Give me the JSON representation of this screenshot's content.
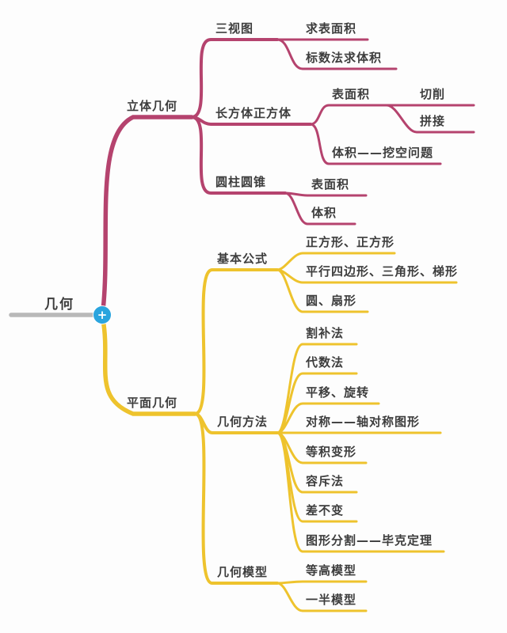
{
  "root": {
    "label": "几何",
    "expand_icon": "+"
  },
  "colors": {
    "solid_branch": "#b5436e",
    "plane_branch": "#eec32d",
    "root_line": "#b9b9b9",
    "node_dot": "#2aa4de",
    "text": "#3d3d3d",
    "background": "#fdfdfd"
  },
  "branches": [
    {
      "label": "立体几何",
      "children": [
        {
          "label": "三视图",
          "children": [
            {
              "label": "求表面积"
            },
            {
              "label": "标数法求体积"
            }
          ]
        },
        {
          "label": "长方体正方体",
          "children": [
            {
              "label": "表面积",
              "children": [
                {
                  "label": "切削"
                },
                {
                  "label": "拼接"
                }
              ]
            },
            {
              "label": "体积——挖空问题"
            }
          ]
        },
        {
          "label": "圆柱圆锥",
          "children": [
            {
              "label": "表面积"
            },
            {
              "label": "体积"
            }
          ]
        }
      ]
    },
    {
      "label": "平面几何",
      "children": [
        {
          "label": "基本公式",
          "children": [
            {
              "label": "正方形、正方形"
            },
            {
              "label": "平行四边形、三角形、梯形"
            },
            {
              "label": "圆、扇形"
            }
          ]
        },
        {
          "label": "几何方法",
          "children": [
            {
              "label": "割补法"
            },
            {
              "label": "代数法"
            },
            {
              "label": "平移、旋转"
            },
            {
              "label": "对称——轴对称图形"
            },
            {
              "label": "等积变形"
            },
            {
              "label": "容斥法"
            },
            {
              "label": "差不变"
            },
            {
              "label": "图形分割——毕克定理"
            }
          ]
        },
        {
          "label": "几何模型",
          "children": [
            {
              "label": "等高模型"
            },
            {
              "label": "一半模型"
            }
          ]
        }
      ]
    }
  ]
}
